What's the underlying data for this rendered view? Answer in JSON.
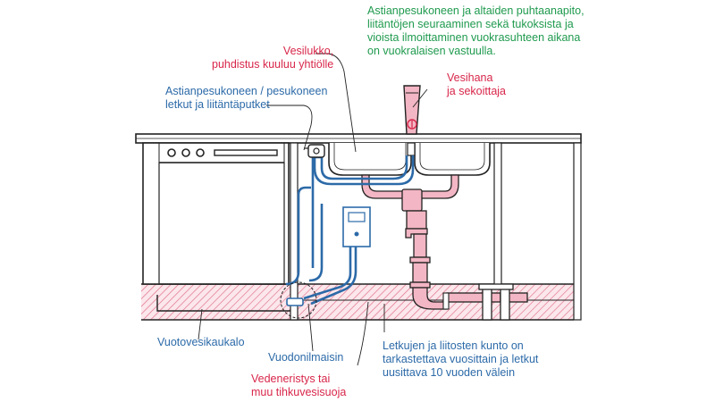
{
  "colors": {
    "responsibility_text": "#1f9a4e",
    "warning_text": "#d8264a",
    "info_text": "#2c6aa8",
    "water_line": "#2c6aa8",
    "drain_pipe": "#e9aab8",
    "outline": "#222222"
  },
  "notes": {
    "tenant_responsibility": [
      "Astianpesukoneen ja altaiden puhtaanapito,",
      "liitäntöjen seuraaminen sekä tukoksista ja",
      "vioista ilmoittaminen vuokrasuhteen aikana",
      "on vuokralaisen vastuulla."
    ]
  },
  "labels": {
    "water_trap": [
      "Vesilukko,",
      "puhdistus kuuluu yhtiölle"
    ],
    "faucet": [
      "Vesihana",
      "ja sekoittaja"
    ],
    "dishwasher_hoses": [
      "Astianpesukoneen / pesukoneen",
      "letkut ja liitäntäputket"
    ],
    "leak_tray": [
      "Vuotovesikaukalo"
    ],
    "leak_detector": [
      "Vuodonilmaisin"
    ],
    "waterproofing": [
      "Vedeneristys tai",
      "muu tihkuvesisuoja"
    ],
    "hose_inspection": [
      "Letkujen ja liitosten kunto on",
      "tarkastettava vuosittain ja letkut",
      "uusittava 10 vuoden välein"
    ]
  }
}
